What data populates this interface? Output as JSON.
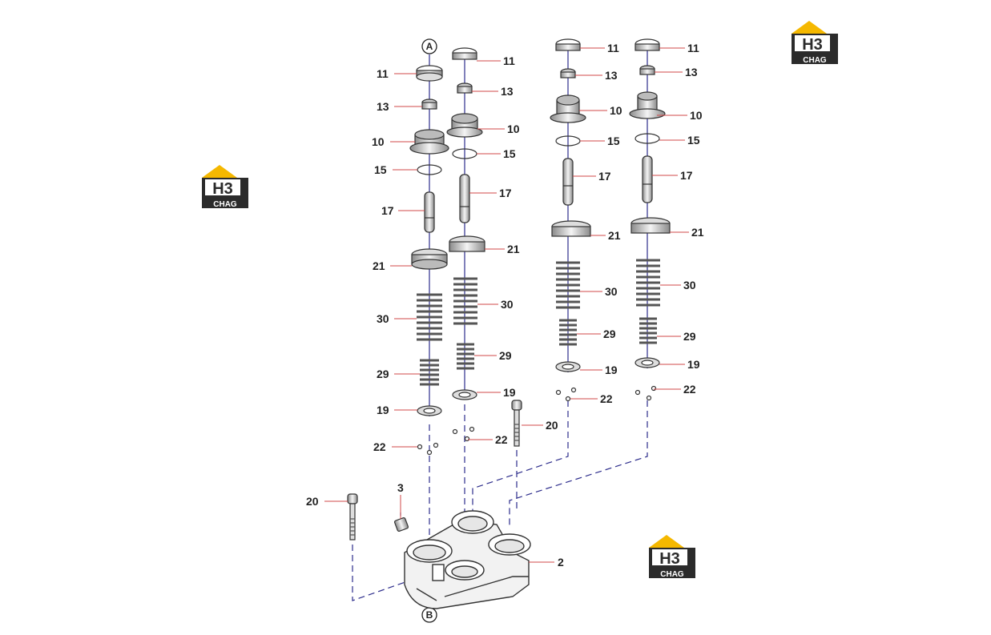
{
  "brand": {
    "logo_letters": "H3",
    "logo_word": "CHAG",
    "colors": {
      "yellow": "#f5b800",
      "dark": "#2b2b2b",
      "leader": "#d24a4a",
      "axis": "#2d2d8c"
    }
  },
  "markers": {
    "top": "A",
    "bottom": "B"
  },
  "labels": {
    "c1": {
      "l11": "11",
      "l13": "13",
      "l10": "10",
      "l15": "15",
      "l17": "17",
      "l21": "21",
      "l30": "30",
      "l29": "29",
      "l19": "19",
      "l22": "22"
    },
    "c2": {
      "l11": "11",
      "l13": "13",
      "l10": "10",
      "l15": "15",
      "l17": "17",
      "l21": "21",
      "l30": "30",
      "l29": "29",
      "l19": "19",
      "l22": "22",
      "l20": "20"
    },
    "c3": {
      "l11": "11",
      "l13": "13",
      "l10": "10",
      "l15": "15",
      "l17": "17",
      "l21": "21",
      "l30": "30",
      "l29": "29",
      "l19": "19",
      "l22": "22"
    },
    "c4": {
      "l11": "11",
      "l13": "13",
      "l10": "10",
      "l15": "15",
      "l17": "17",
      "l21": "21",
      "l30": "30",
      "l29": "29",
      "l19": "19",
      "l22": "22"
    },
    "base": {
      "l20": "20",
      "l3": "3",
      "l2": "2"
    }
  }
}
